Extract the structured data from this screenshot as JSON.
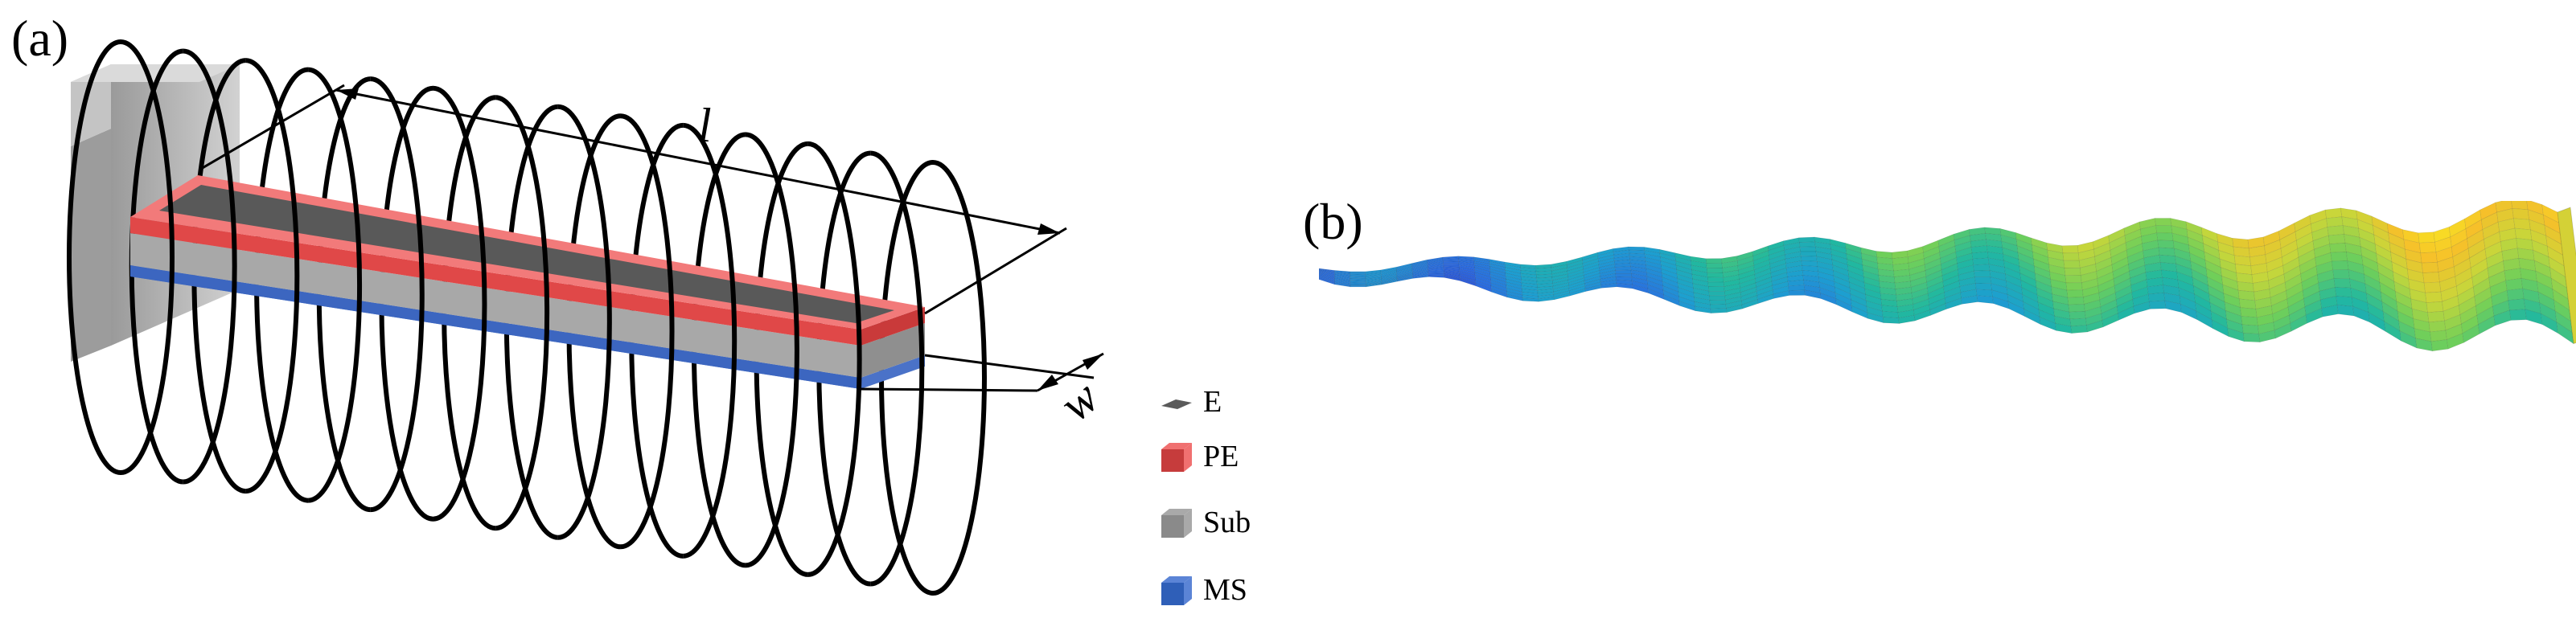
{
  "panel_a": {
    "label": "(a)",
    "dimensions": {
      "length_symbol": "l",
      "width_symbol": "w"
    },
    "legend": [
      {
        "label": "E",
        "color": "#5a5a5a",
        "shade": "#404040",
        "icon": "electrode-swatch"
      },
      {
        "label": "PE",
        "color": "#f07070",
        "shade": "#c63c3c",
        "icon": "piezoelectric-swatch"
      },
      {
        "label": "Sub",
        "color": "#a9a9a9",
        "shade": "#8a8a8a",
        "icon": "substrate-swatch"
      },
      {
        "label": "MS",
        "color": "#5b84d6",
        "shade": "#2f5fb8",
        "icon": "magnetostrictive-swatch"
      }
    ],
    "colors": {
      "clamp": "#bdbdbd",
      "electrode": "#5a5a5a",
      "piezo": "#f07070",
      "substrate": "#a9a9a9",
      "magnetostrictive": "#5b84d6",
      "coil": "#000000"
    }
  },
  "panel_b": {
    "label": "(b)",
    "colormap": [
      "#3b1fb0",
      "#2c6be0",
      "#1d9fd0",
      "#21b8a0",
      "#6fcf5a",
      "#c8d63a",
      "#f6c02a",
      "#f9f020"
    ]
  }
}
